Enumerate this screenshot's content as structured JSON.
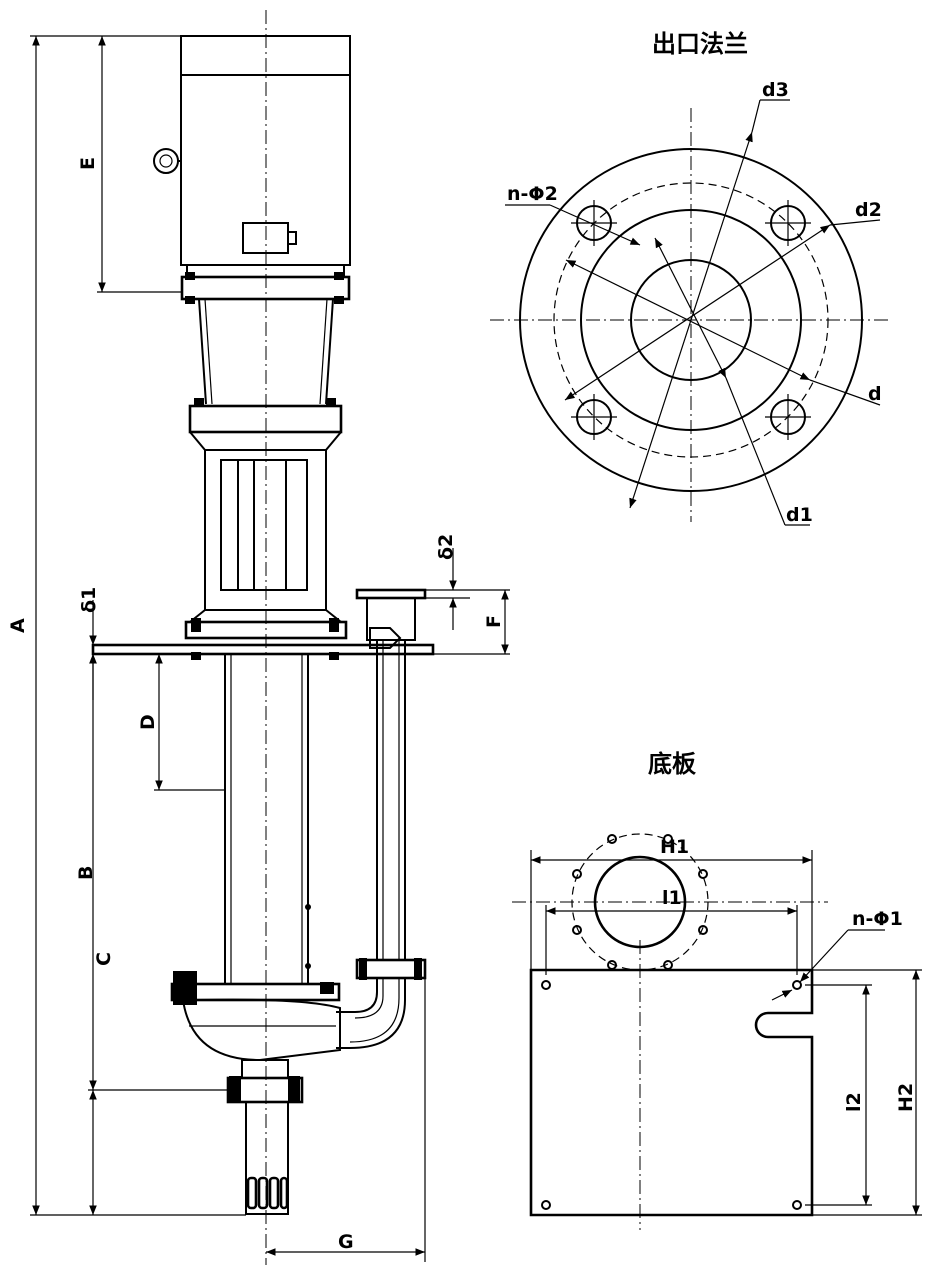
{
  "titles": {
    "outlet_flange": "出口法兰",
    "base_plate": "底板"
  },
  "labels": {
    "A": "A",
    "B": "B",
    "C": "C",
    "D": "D",
    "E": "E",
    "F": "F",
    "G": "G",
    "delta1": "δ1",
    "delta2": "δ2",
    "d": "d",
    "d1": "d1",
    "d2": "d2",
    "d3": "d3",
    "n_phi2": "n-Φ2",
    "n_phi1": "n-Φ1",
    "H1": "H1",
    "H2": "H2",
    "l1": "l1",
    "l2": "l2"
  }
}
